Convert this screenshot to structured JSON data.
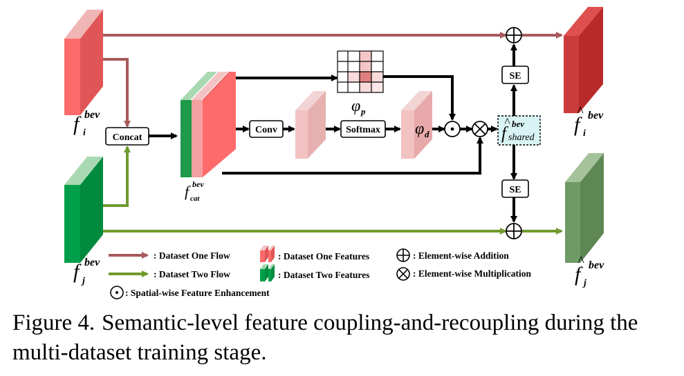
{
  "boxes": {
    "concat": "Concat",
    "conv": "Conv",
    "softmax": "Softmax",
    "se_top": "SE",
    "se_bottom": "SE"
  },
  "math": {
    "f": "f",
    "bev": "bev",
    "i": "i",
    "j": "j",
    "cat": "cat",
    "shared": "shared",
    "phi": "φ",
    "p": "p",
    "d": "d",
    "hat": "^"
  },
  "legend": {
    "dataset_one_flow": ": Dataset One Flow",
    "dataset_two_flow": ": Dataset Two Flow",
    "dataset_one_features": ": Dataset One Features",
    "dataset_two_features": ": Dataset Two Features",
    "element_wise_addition": ": Element-wise Addition",
    "element_wise_multiplication": ": Element-wise Multiplication",
    "spatial_enhancement": ": Spatial-wise Feature Enhancement"
  },
  "caption": {
    "label": "Figure 4.",
    "text": "Semantic-level feature coupling-and-recoupling during the multi-dataset training stage."
  },
  "colors": {
    "dataset_one_flow": "#a85a5a",
    "dataset_two_flow": "#6f9a2d",
    "red_feature": "#ff6b6b",
    "green_feature": "#00a04a",
    "shared_box": "#d8f3f4"
  }
}
